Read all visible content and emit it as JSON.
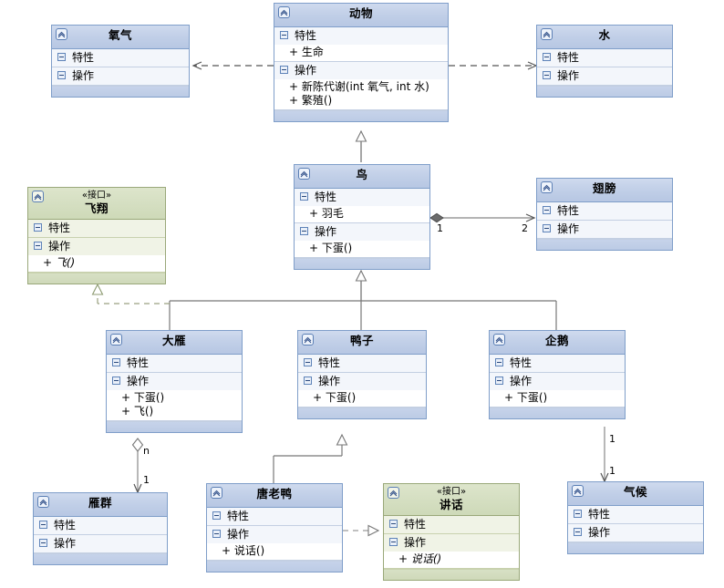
{
  "diagram": {
    "title": "UML Class Diagram",
    "compartment_labels": {
      "attributes": "特性",
      "operations": "操作"
    },
    "stereotype_interface": "«接口»",
    "icon_names": {
      "class": "class-icon",
      "collapse": "collapse-box-icon"
    },
    "colors": {
      "class_header": "#c2d0e8",
      "class_border": "#7f9ec9",
      "interface_header": "#d5dfc2",
      "interface_border": "#9aa87a",
      "compartment_bg": "#f3f6fb",
      "line": "#808080"
    }
  },
  "classes": {
    "oxygen": {
      "name": "氧气",
      "stereotype": "",
      "attributes": [],
      "operations": []
    },
    "animal": {
      "name": "动物",
      "stereotype": "",
      "attributes": [
        "+ 生命"
      ],
      "operations": [
        "+ 新陈代谢(int 氧气, int 水)",
        "+ 繁殖()"
      ]
    },
    "water": {
      "name": "水",
      "stereotype": "",
      "attributes": [],
      "operations": []
    },
    "fly": {
      "name": "飞翔",
      "stereotype": "«接口»",
      "attributes": [],
      "operations": [
        "+ 飞()"
      ],
      "italic_ops": true
    },
    "bird": {
      "name": "鸟",
      "stereotype": "",
      "attributes": [
        "+ 羽毛"
      ],
      "operations": [
        "+ 下蛋()"
      ]
    },
    "wings": {
      "name": "翅膀",
      "stereotype": "",
      "attributes": [],
      "operations": []
    },
    "goose": {
      "name": "大雁",
      "stereotype": "",
      "attributes": [],
      "operations": [
        "+ 下蛋()",
        "+ 飞()"
      ]
    },
    "duck": {
      "name": "鸭子",
      "stereotype": "",
      "attributes": [],
      "operations": [
        "+ 下蛋()"
      ]
    },
    "penguin": {
      "name": "企鹅",
      "stereotype": "",
      "attributes": [],
      "operations": [
        "+ 下蛋()"
      ]
    },
    "flock": {
      "name": "雁群",
      "stereotype": "",
      "attributes": [],
      "operations": []
    },
    "donald": {
      "name": "唐老鸭",
      "stereotype": "",
      "attributes": [],
      "operations": [
        "+ 说话()"
      ]
    },
    "speak": {
      "name": "讲话",
      "stereotype": "«接口»",
      "attributes": [],
      "operations": [
        "+ 说话()"
      ],
      "italic_ops": true
    },
    "climate": {
      "name": "气候",
      "stereotype": "",
      "attributes": [],
      "operations": []
    }
  },
  "relations": [
    {
      "id": "animal-oxygen",
      "type": "dependency",
      "from": "动物",
      "to": "氧气",
      "source_label": "",
      "target_label": ""
    },
    {
      "id": "animal-water",
      "type": "dependency",
      "from": "动物",
      "to": "水",
      "source_label": "",
      "target_label": ""
    },
    {
      "id": "bird-animal",
      "type": "generalization",
      "from": "鸟",
      "to": "动物",
      "source_label": "",
      "target_label": ""
    },
    {
      "id": "bird-wings",
      "type": "composition",
      "from": "鸟",
      "to": "翅膀",
      "source_label": "1",
      "target_label": "2"
    },
    {
      "id": "goose-bird",
      "type": "generalization",
      "from": "大雁",
      "to": "鸟",
      "source_label": "",
      "target_label": ""
    },
    {
      "id": "duck-bird",
      "type": "generalization",
      "from": "鸭子",
      "to": "鸟",
      "source_label": "",
      "target_label": ""
    },
    {
      "id": "penguin-bird",
      "type": "generalization",
      "from": "企鹅",
      "to": "鸟",
      "source_label": "",
      "target_label": ""
    },
    {
      "id": "goose-fly",
      "type": "realization",
      "from": "大雁",
      "to": "飞翔",
      "source_label": "",
      "target_label": ""
    },
    {
      "id": "goose-flock",
      "type": "aggregation",
      "from": "大雁",
      "to": "雁群",
      "source_label": "n",
      "target_label": "1"
    },
    {
      "id": "donald-duck",
      "type": "generalization",
      "from": "唐老鸭",
      "to": "鸭子",
      "source_label": "",
      "target_label": ""
    },
    {
      "id": "donald-speak",
      "type": "realization",
      "from": "唐老鸭",
      "to": "讲话",
      "source_label": "",
      "target_label": ""
    },
    {
      "id": "penguin-climate",
      "type": "association",
      "from": "企鹅",
      "to": "气候",
      "source_label": "1",
      "target_label": "1"
    }
  ],
  "edge_labels": {
    "bird_wings_src": "1",
    "bird_wings_tgt": "2",
    "goose_flock_src": "n",
    "goose_flock_tgt": "1",
    "penguin_climate_src": "1",
    "penguin_climate_tgt": "1"
  }
}
